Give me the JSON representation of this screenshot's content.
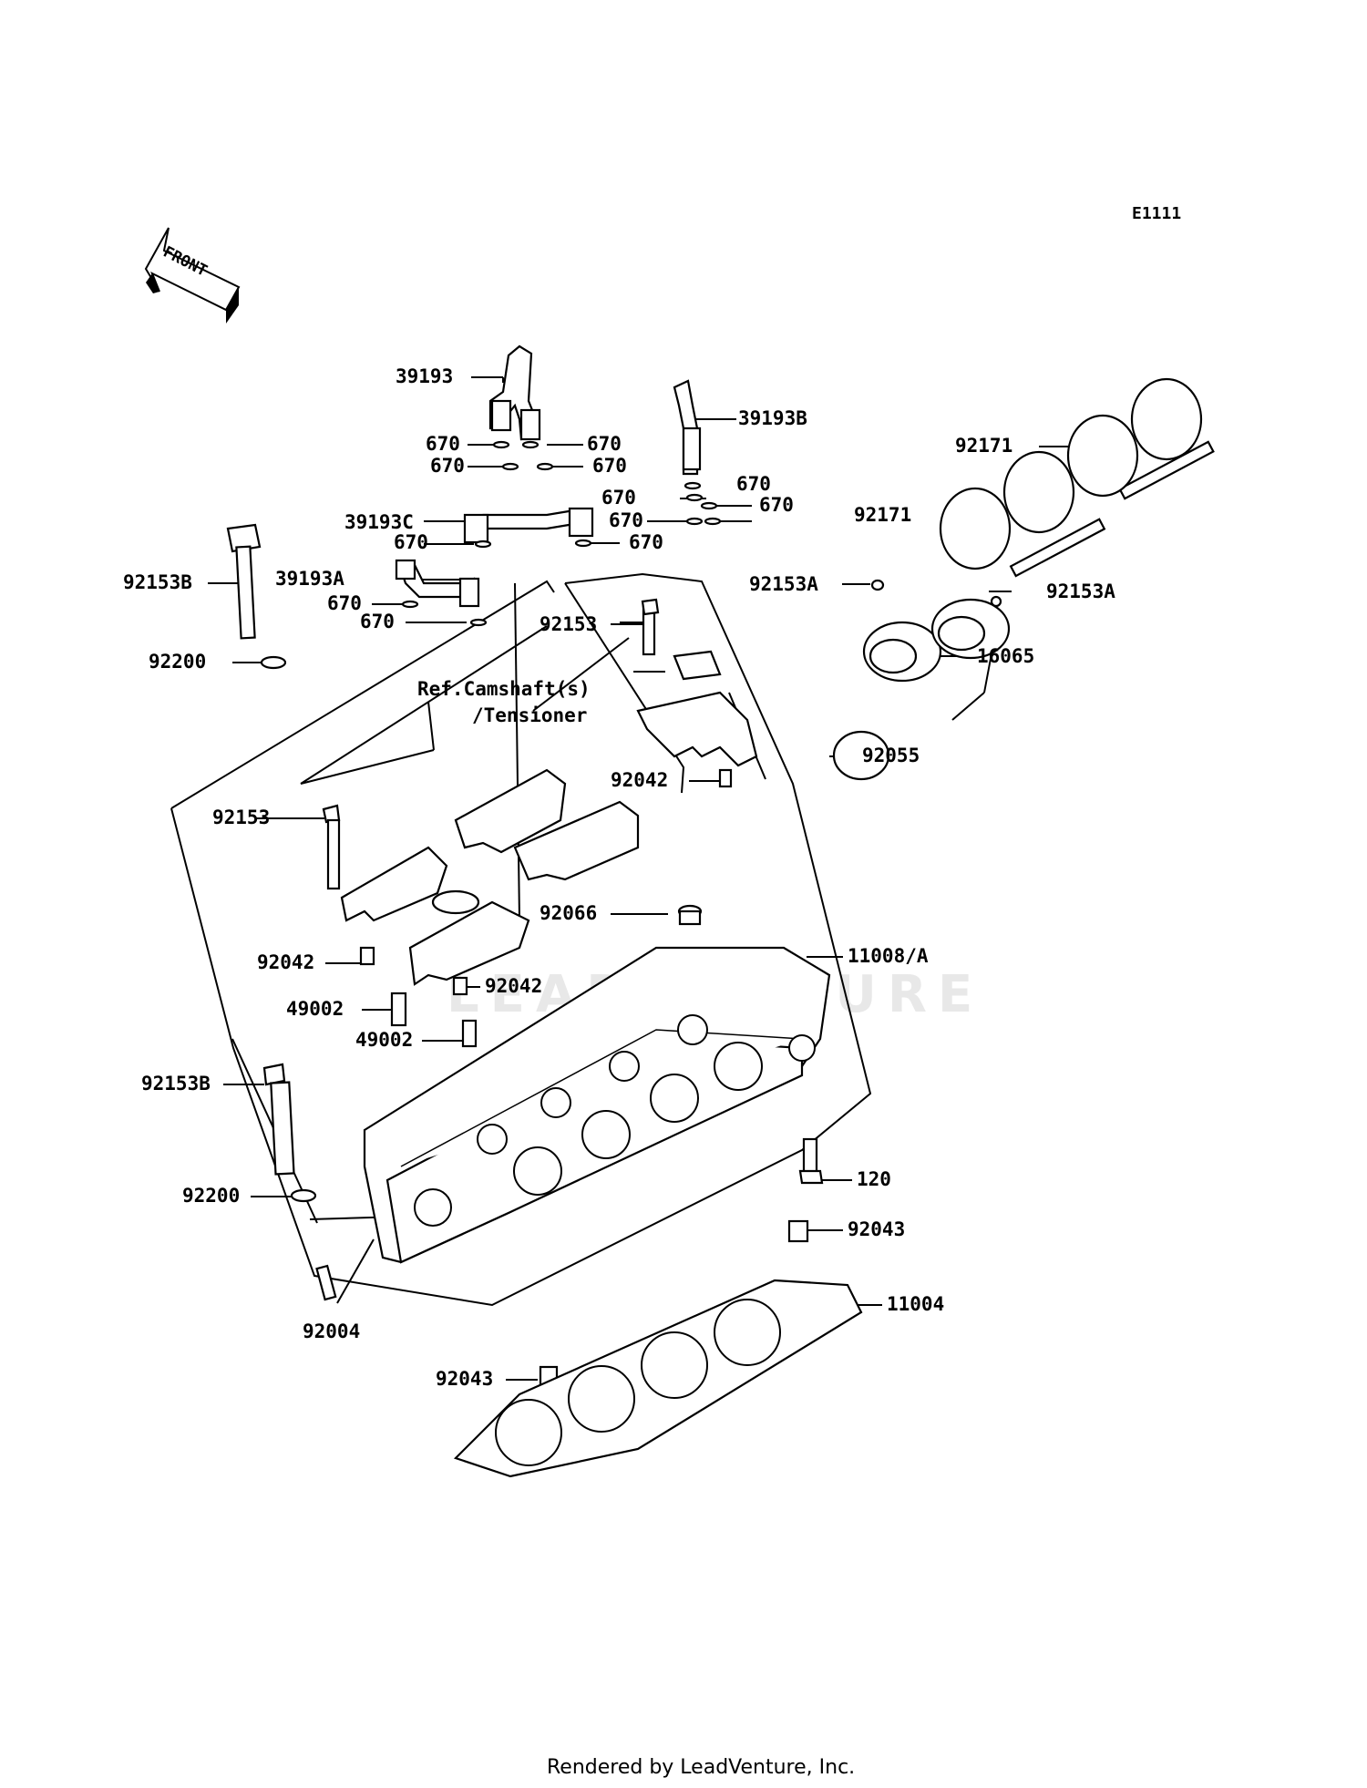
{
  "diagram_code": "E1111",
  "front_arrow_label": "FRONT",
  "reference_note": [
    "Ref.Camshaft(s)",
    "/Tensioner"
  ],
  "watermark": "LEADVENTURE",
  "footer": "Rendered by LeadVenture, Inc.",
  "labels": [
    {
      "id": "p39193",
      "text": "39193"
    },
    {
      "id": "p39193b",
      "text": "39193B"
    },
    {
      "id": "p670a",
      "text": "670"
    },
    {
      "id": "p670b",
      "text": "670"
    },
    {
      "id": "p670c",
      "text": "670"
    },
    {
      "id": "p670d",
      "text": "670"
    },
    {
      "id": "p670e",
      "text": "670"
    },
    {
      "id": "p670f",
      "text": "670"
    },
    {
      "id": "p670g",
      "text": "670"
    },
    {
      "id": "p670h",
      "text": "670"
    },
    {
      "id": "p670i",
      "text": "670"
    },
    {
      "id": "p670j",
      "text": "670"
    },
    {
      "id": "p670k",
      "text": "670"
    },
    {
      "id": "p670l",
      "text": "670"
    },
    {
      "id": "p39193c",
      "text": "39193C"
    },
    {
      "id": "p39193a",
      "text": "39193A"
    },
    {
      "id": "p92153b_top",
      "text": "92153B"
    },
    {
      "id": "p92200_top",
      "text": "92200"
    },
    {
      "id": "p92153_top",
      "text": "92153"
    },
    {
      "id": "p92153a_left",
      "text": "92153A"
    },
    {
      "id": "p92153a_right",
      "text": "92153A"
    },
    {
      "id": "p92171_top",
      "text": "92171"
    },
    {
      "id": "p92171_mid",
      "text": "92171"
    },
    {
      "id": "p16065",
      "text": "16065"
    },
    {
      "id": "p92055",
      "text": "92055"
    },
    {
      "id": "p92042_top",
      "text": "92042"
    },
    {
      "id": "p92153_mid",
      "text": "92153"
    },
    {
      "id": "p92066",
      "text": "92066"
    },
    {
      "id": "p11008a",
      "text": "11008/A"
    },
    {
      "id": "p92042_left",
      "text": "92042"
    },
    {
      "id": "p92042_mid",
      "text": "92042"
    },
    {
      "id": "p49002_a",
      "text": "49002"
    },
    {
      "id": "p49002_b",
      "text": "49002"
    },
    {
      "id": "p92153b_bot",
      "text": "92153B"
    },
    {
      "id": "p120",
      "text": "120"
    },
    {
      "id": "p92200_bot",
      "text": "92200"
    },
    {
      "id": "p92043_right",
      "text": "92043"
    },
    {
      "id": "p11004",
      "text": "11004"
    },
    {
      "id": "p92004",
      "text": "92004"
    },
    {
      "id": "p92043_bot",
      "text": "92043"
    }
  ]
}
